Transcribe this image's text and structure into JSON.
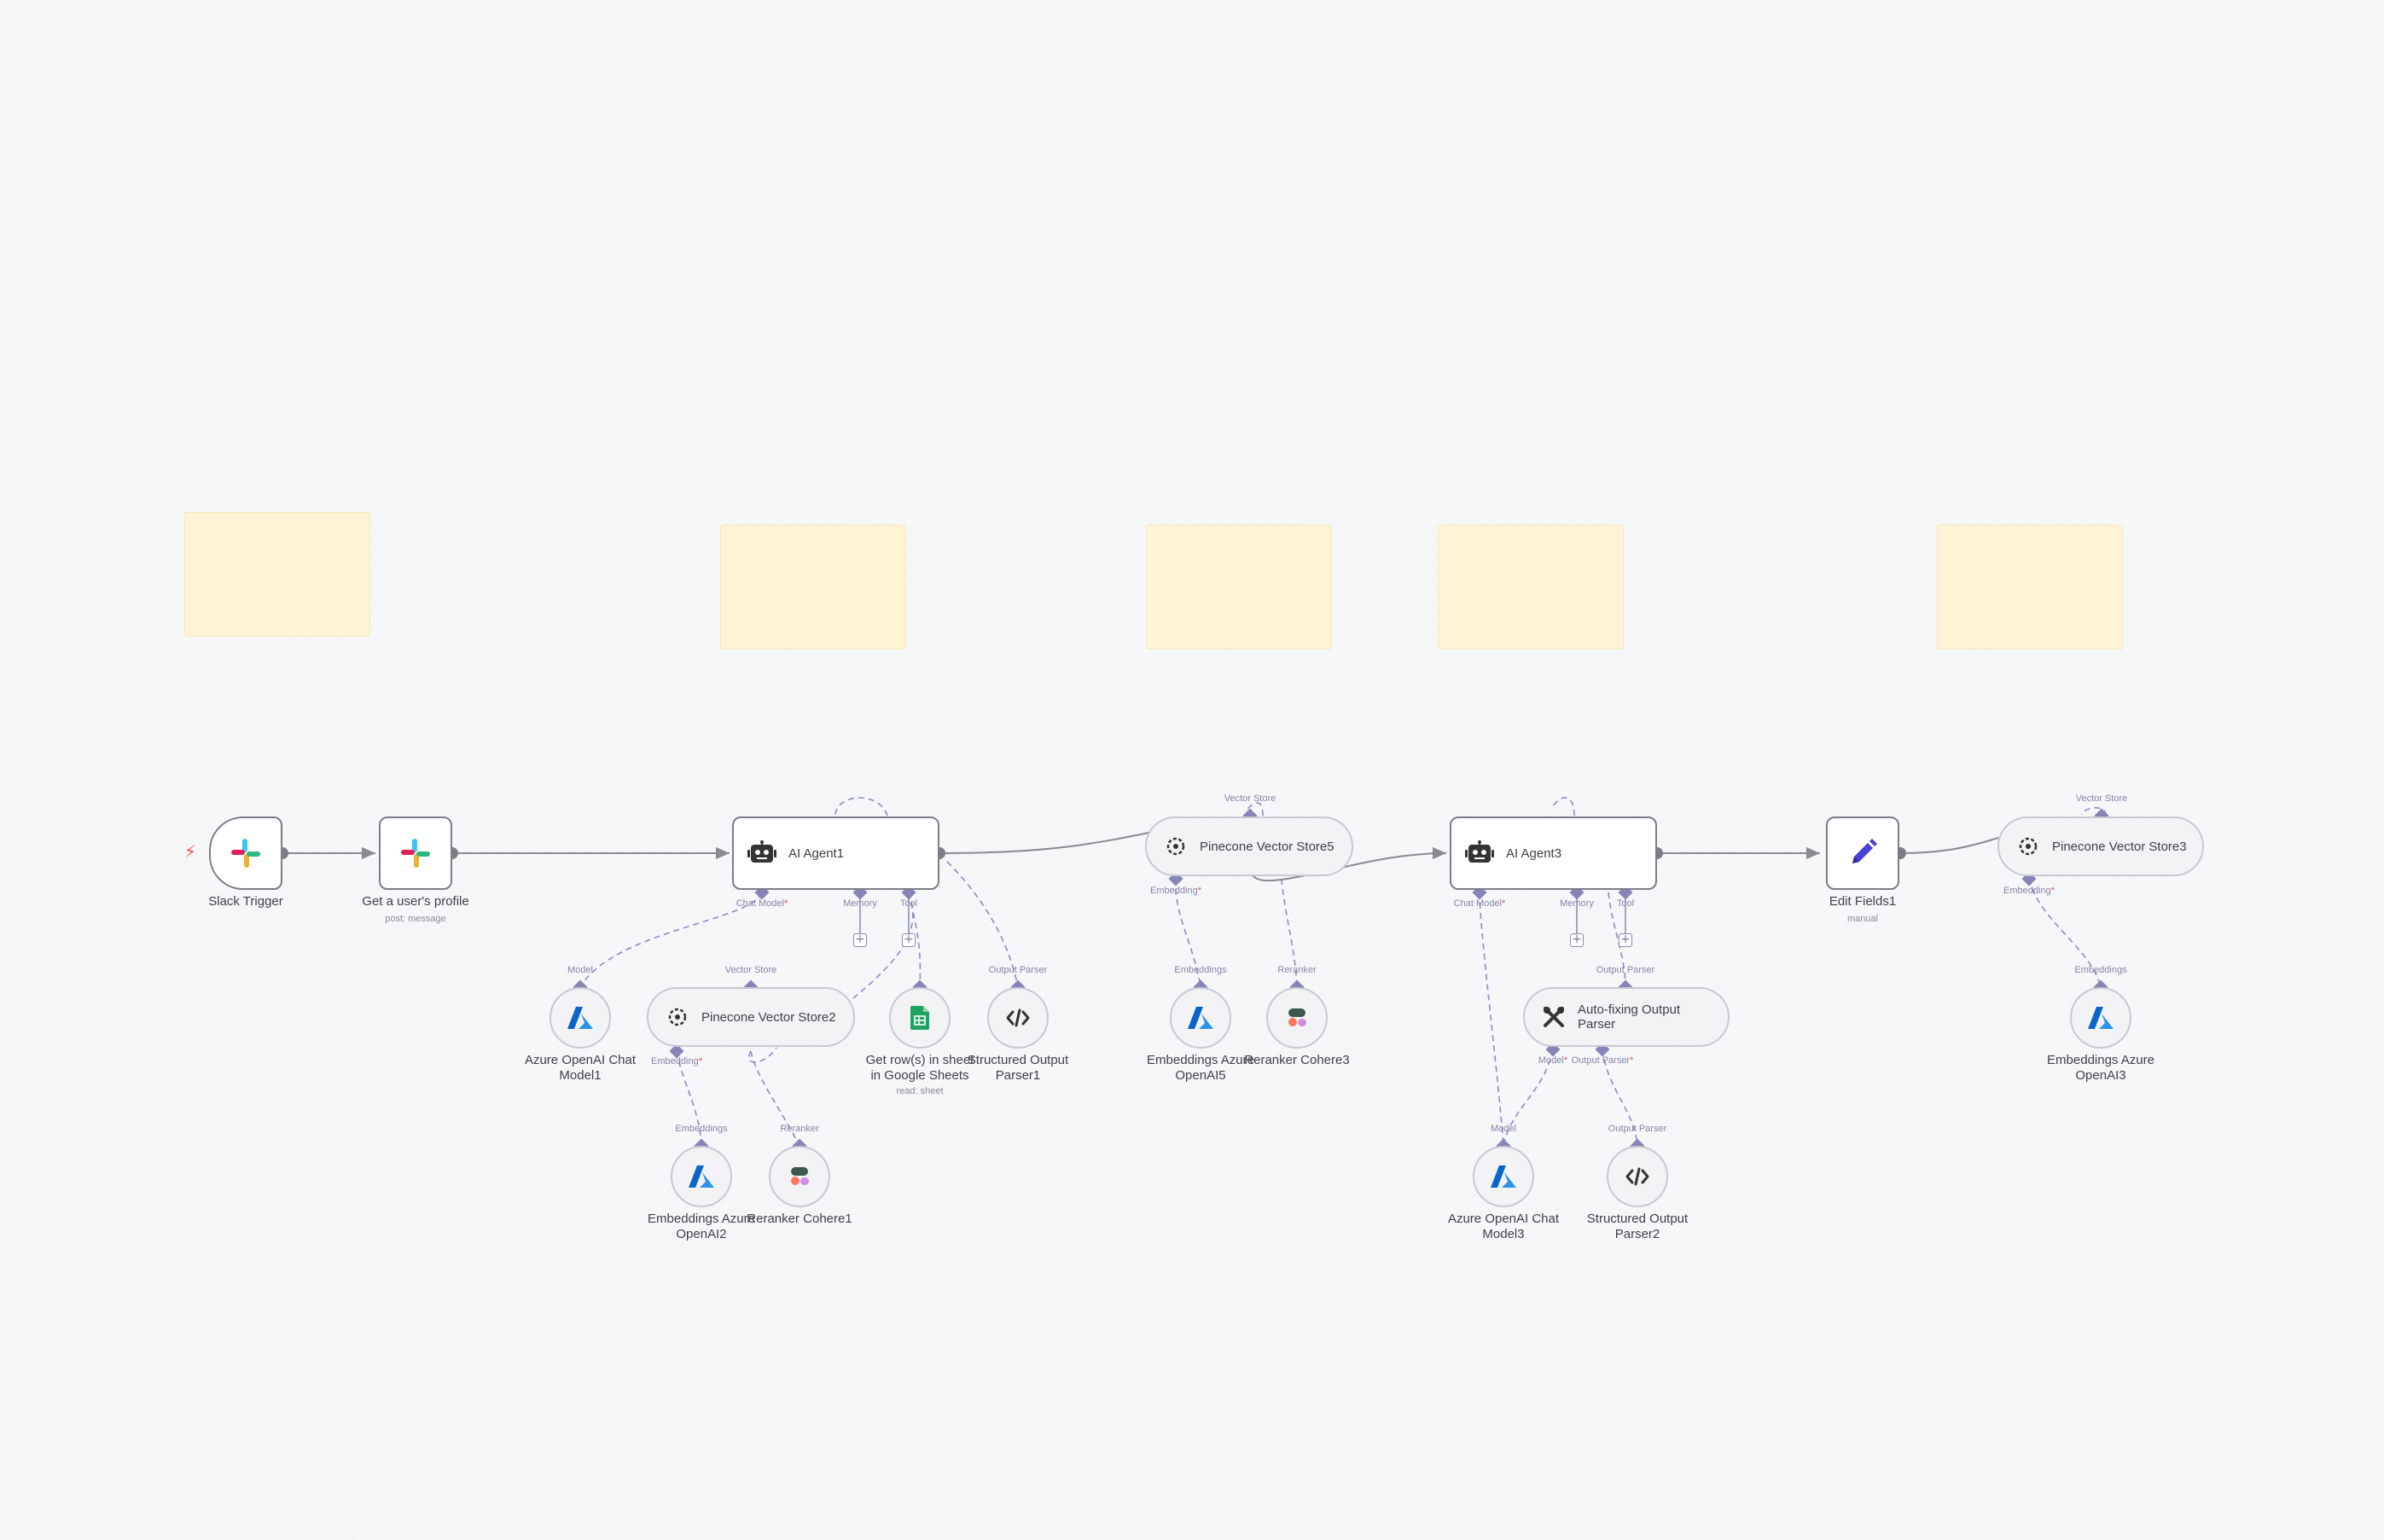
{
  "colors": {
    "edge_main": "#8a8a8f",
    "edge_ai": "#8b8bc8",
    "sticky": "#fff5d6",
    "azure": "#0a65c9",
    "sheets": "#1ea362",
    "edit": "#4a3fd6"
  },
  "nodes": {
    "slack_trigger": {
      "label": "Slack Trigger",
      "icon": "slack-icon"
    },
    "get_profile": {
      "label": "Get a user's profile",
      "sublabel": "post: message",
      "icon": "slack-icon"
    },
    "ai_agent1": {
      "label": "AI Agent1",
      "icon": "robot-icon",
      "ports": {
        "chat_model": "Chat Model",
        "memory": "Memory",
        "tool": "Tool"
      }
    },
    "azure_chat1": {
      "label_line1": "Azure OpenAI Chat",
      "label_line2": "Model1",
      "port": "Model",
      "icon": "azure-icon"
    },
    "pinecone2": {
      "label": "Pinecone Vector Store2",
      "port_top": "Vector Store",
      "port_bottom": "Embedding",
      "icon": "pinecone-icon"
    },
    "sheets": {
      "label_line1": "Get row(s) in sheet",
      "label_line2": "in Google Sheets",
      "sublabel": "read: sheet",
      "icon": "sheets-icon"
    },
    "struct_parser1": {
      "label_line1": "Structured Output",
      "label_line2": "Parser1",
      "port": "Output Parser",
      "icon": "code-icon"
    },
    "emb_azure2": {
      "label_line1": "Embeddings Azure",
      "label_line2": "OpenAI2",
      "port": "Embeddings",
      "icon": "azure-icon"
    },
    "reranker1": {
      "label": "Reranker Cohere1",
      "port": "Reranker",
      "icon": "cohere-icon"
    },
    "pinecone5": {
      "label": "Pinecone Vector Store5",
      "port_top": "Vector Store",
      "port_bottom": "Embedding",
      "icon": "pinecone-icon"
    },
    "emb_azure5": {
      "label_line1": "Embeddings Azure",
      "label_line2": "OpenAI5",
      "port": "Embeddings",
      "icon": "azure-icon"
    },
    "reranker3": {
      "label": "Reranker Cohere3",
      "port": "Reranker",
      "icon": "cohere-icon"
    },
    "ai_agent3": {
      "label": "AI Agent3",
      "icon": "robot-icon",
      "ports": {
        "chat_model": "Chat Model",
        "memory": "Memory",
        "tool": "Tool"
      }
    },
    "autofix_parser": {
      "label_line1": "Auto-fixing Output",
      "label_line2": "Parser",
      "port_top": "Output Parser",
      "port_model": "Model",
      "port_parser": "Output Parser",
      "icon": "tools-icon"
    },
    "azure_chat3": {
      "label_line1": "Azure OpenAI Chat",
      "label_line2": "Model3",
      "port": "Model",
      "icon": "azure-icon"
    },
    "struct_parser2": {
      "label_line1": "Structured Output",
      "label_line2": "Parser2",
      "port": "Output Parser",
      "icon": "code-icon"
    },
    "edit_fields": {
      "label": "Edit Fields1",
      "sublabel": "manual",
      "icon": "pencil-icon"
    },
    "pinecone3": {
      "label": "Pinecone Vector Store3",
      "port_top": "Vector Store",
      "port_bottom": "Embedding",
      "icon": "pinecone-icon"
    },
    "emb_azure3": {
      "label_line1": "Embeddings Azure",
      "label_line2": "OpenAI3",
      "port": "Embeddings",
      "icon": "azure-icon"
    }
  }
}
